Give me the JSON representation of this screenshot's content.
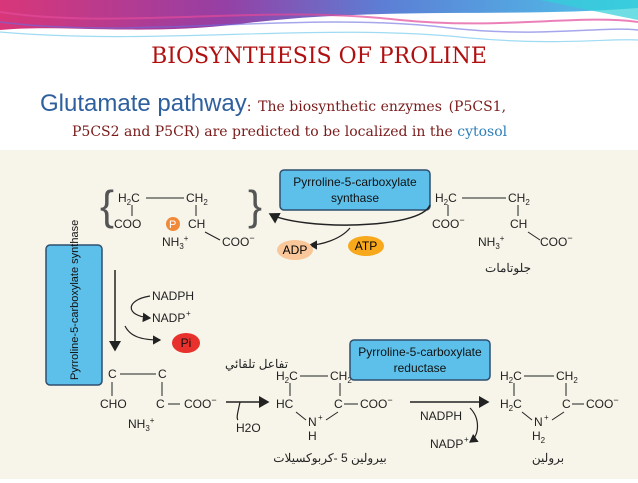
{
  "slide": {
    "title": "BIOSYNTHESIS OF PROLINE",
    "pathway_name": "Glutamate pathway",
    "colon": ":",
    "note_prefix": "The biosynthetic enzymes",
    "note_enzymes_open": "(P5CS1,",
    "note_line2": "P5CS2 and P5CR) are predicted to be localized in the",
    "note_location": "cytosol"
  },
  "diagram": {
    "enzyme_box_top": "Pyrroline-5-carboxylate",
    "enzyme_box_top_2": "synthase",
    "enzyme_box_side": "Pyrroline-5-carboxylate synthase",
    "enzyme_box_reductase": "Pyrroline-5-carboxylate",
    "enzyme_box_reductase_2": "reductase",
    "adp": "ADP",
    "atp": "ATP",
    "nadph_1": "NADPH",
    "nadp_1": "NADP",
    "pi": "Pi",
    "nadph_2": "NADPH",
    "nadp_2": "NADP",
    "h2o": "H2O",
    "arabic_glutamate": "جلوتامات",
    "arabic_spontaneous": "تفاعل تلقائي",
    "arabic_p5c": "بيرولين 5 -كربوكسيلات",
    "arabic_proline": "برولين",
    "colors": {
      "enzyme_fill": "#5cc0ea",
      "enzyme_stroke": "#2f4f6f",
      "atp_fill": "#f7a81b",
      "adp_fill": "#f9c79a",
      "pi_fill": "#e8302c",
      "phosphate_fill": "#f08a3a",
      "title_red": "#b01010",
      "subtitle_blue": "#2e5f9e"
    }
  }
}
